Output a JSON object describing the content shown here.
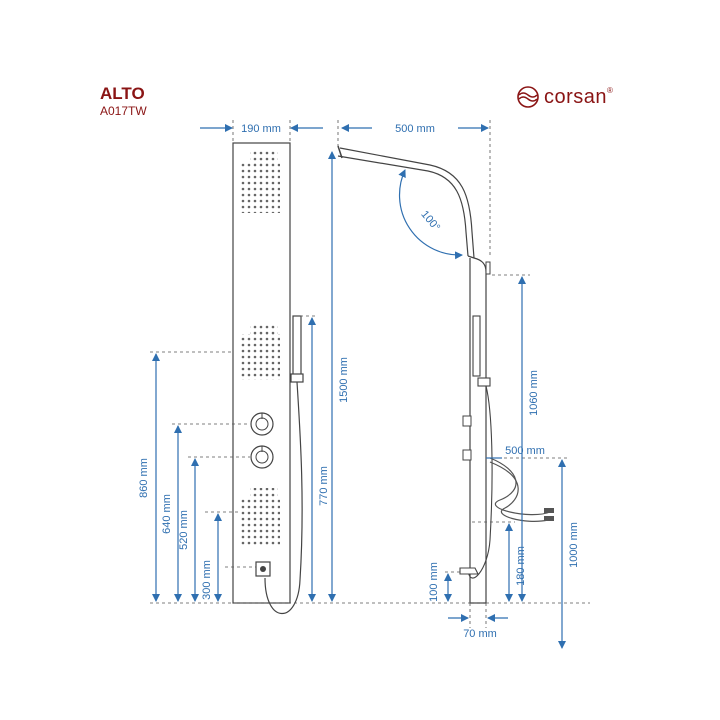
{
  "product": {
    "name": "ALTO",
    "code": "A017TW"
  },
  "brand": {
    "name": "corsan",
    "registered": "®"
  },
  "dimensions": {
    "panel_width": "190 mm",
    "arm_length": "500 mm",
    "arm_angle": "100°",
    "total_height": "1500 mm",
    "h_860": "860 mm",
    "h_770": "770 mm",
    "h_640": "640 mm",
    "h_520": "520 mm",
    "h_300": "300 mm",
    "side_1060": "1060 mm",
    "hose_500": "500 mm",
    "side_1000": "1000 mm",
    "side_180": "180 mm",
    "side_100": "100 mm",
    "depth_70": "70 mm"
  },
  "colors": {
    "dimension": "#2f6fb0",
    "outline": "#444444",
    "brand": "#8a1414"
  }
}
